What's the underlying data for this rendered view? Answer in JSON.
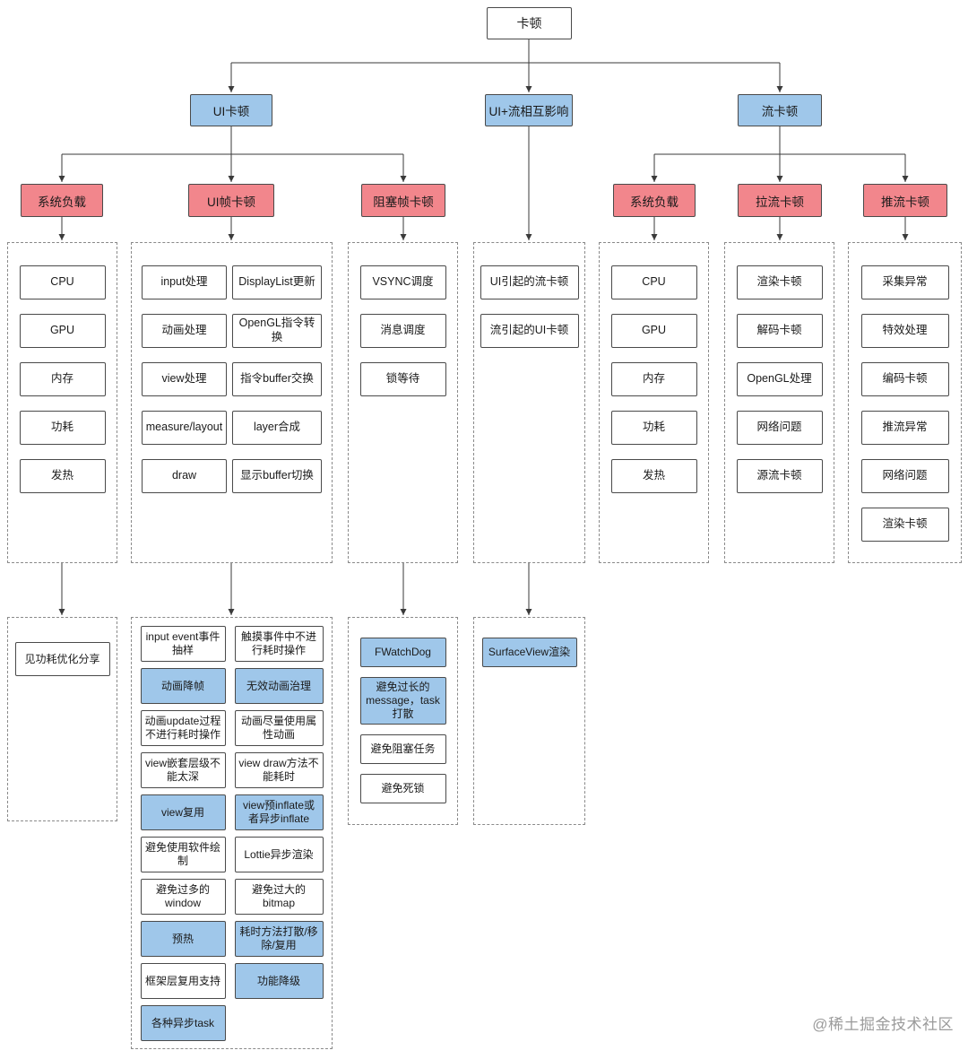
{
  "root": "卡顿",
  "level2": [
    "UI卡顿",
    "UI+流相互影响",
    "流卡顿"
  ],
  "level3": [
    "系统负载",
    "UI帧卡顿",
    "阻塞帧卡顿",
    "系统负载",
    "拉流卡顿",
    "推流卡顿"
  ],
  "causes": {
    "sys_left": [
      "CPU",
      "GPU",
      "内存",
      "功耗",
      "发热"
    ],
    "ui_frame": {
      "col1": [
        "input处理",
        "动画处理",
        "view处理",
        "measure/layout",
        "draw"
      ],
      "col2": [
        "DisplayList更新",
        "OpenGL指令转换",
        "指令buffer交换",
        "layer合成",
        "显示buffer切换"
      ]
    },
    "block_frame": [
      "VSYNC调度",
      "消息调度",
      "锁等待"
    ],
    "mix": [
      "UI引起的流卡顿",
      "流引起的UI卡顿"
    ],
    "sys_right": [
      "CPU",
      "GPU",
      "内存",
      "功耗",
      "发热"
    ],
    "pull": [
      "渲染卡顿",
      "解码卡顿",
      "OpenGL处理",
      "网络问题",
      "源流卡顿"
    ],
    "push": [
      "采集异常",
      "特效处理",
      "编码卡顿",
      "推流异常",
      "网络问题",
      "渲染卡顿"
    ]
  },
  "solutions": {
    "sys_left": [
      "见功耗优化分享"
    ],
    "ui_frame": {
      "col1": [
        "input event事件抽样",
        "动画降帧",
        "动画update过程不进行耗时操作",
        "view嵌套层级不能太深",
        "view复用",
        "避免使用软件绘制",
        "避免过多的window",
        "预热",
        "框架层复用支持",
        "各种异步task"
      ],
      "col2": [
        "触摸事件中不进行耗时操作",
        "无效动画治理",
        "动画尽量使用属性动画",
        "view draw方法不能耗时",
        "view预inflate或者异步inflate",
        "Lottie异步渲染",
        "避免过大的bitmap",
        "耗时方法打散/移除/复用",
        "功能降级"
      ]
    },
    "block_frame": [
      "FWatchDog",
      "避免过长的message，task打散",
      "避免阻塞任务",
      "避免死锁"
    ],
    "mix": [
      "SurfaceView渲染"
    ]
  },
  "watermark": "@稀土掘金技术社区",
  "colors": {
    "node_blue": "#9FC7EA",
    "node_red": "#F2868C"
  }
}
